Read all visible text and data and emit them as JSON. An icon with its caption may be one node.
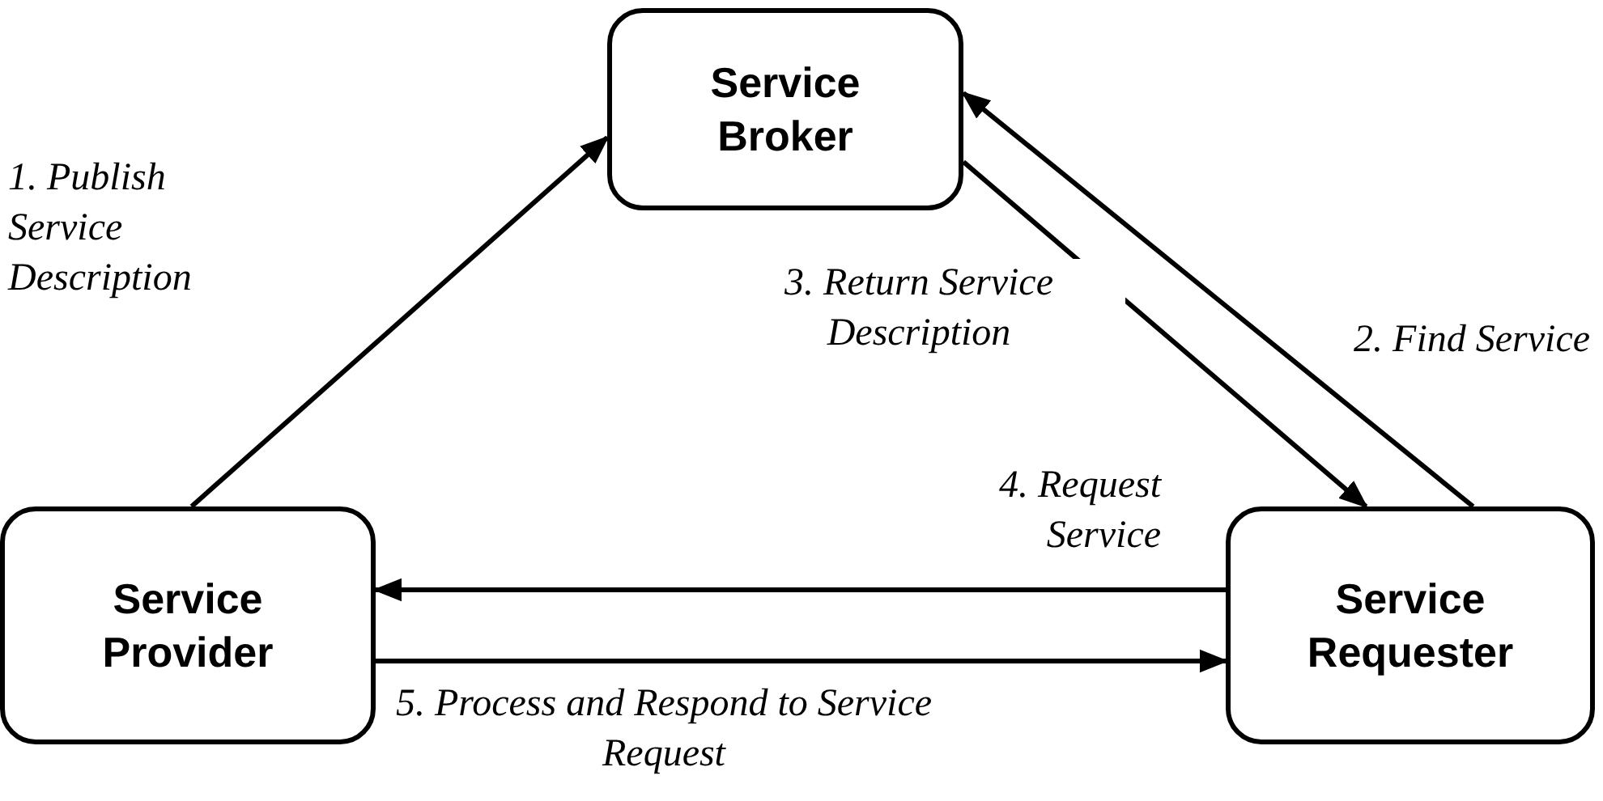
{
  "diagram": {
    "nodes": [
      {
        "text": [
          "Service Broker"
        ]
      },
      {
        "text": [
          "Service Provider"
        ]
      },
      {
        "text": [
          "Service Requester"
        ]
      }
    ],
    "edges": [
      {
        "from": 1,
        "to": 0,
        "arrow": "to",
        "label": "1. Publish Service Description"
      },
      {
        "from": 2,
        "to": 0,
        "arrow": "to",
        "label": "2. Find Service"
      },
      {
        "from": 0,
        "to": 2,
        "arrow": "to",
        "label": "3. Return Service Description"
      },
      {
        "from": 2,
        "to": 1,
        "arrow": "to",
        "label": "4. Request Service"
      },
      {
        "from": 1,
        "to": 2,
        "arrow": "to",
        "label": "5. Process and Respond to Service Request"
      }
    ]
  }
}
